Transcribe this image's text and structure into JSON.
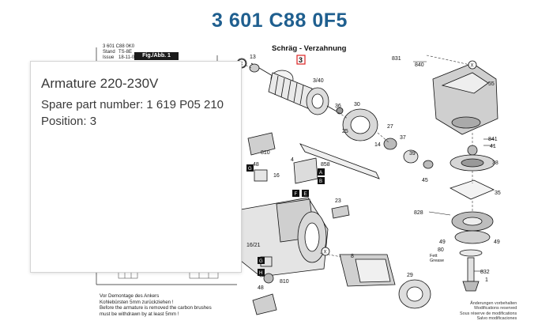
{
  "doc_title": "3 601 C88 0F5",
  "accent_color": "#1f5f8f",
  "header": {
    "code": "3 601 C88 0K0",
    "stand_label": "Stand",
    "stand_value": "TS-8E",
    "issue_label": "Issue",
    "issue_value": "18-11-05",
    "fig_tab": "Fig./Abb. 1"
  },
  "section_label": "Schräg - Verzahnung",
  "tooltip": {
    "name": "Armature 220-230V",
    "spare_prefix": "Spare part number:",
    "spare_number": "1 619 P05 210",
    "position_prefix": "Position:",
    "position_value": "3"
  },
  "parts": {
    "p3": "3",
    "p3_40": "3/40",
    "p13": "13",
    "p29": "29",
    "p36": "36",
    "p30": "30",
    "p25": "25",
    "p27": "27",
    "p14": "14",
    "p37": "37",
    "p39": "39",
    "p45": "45",
    "p831": "831",
    "p840": "840",
    "p55": "55",
    "p841": "841",
    "p41": "41",
    "p38": "38",
    "p35": "35",
    "p828": "828",
    "p49": "49",
    "p80": "80",
    "p832": "832",
    "p1": "1",
    "p810": "810",
    "p48": "48",
    "p858": "858",
    "p4": "4",
    "p16": "16",
    "p23": "23",
    "p1621": "16/21",
    "p8": "8"
  },
  "fett_label": "Fett",
  "grease_label": "Grease",
  "markers": {
    "X": "X",
    "F": "F",
    "G": "G",
    "A": "A",
    "B": "B",
    "H": "H",
    "E": "E"
  },
  "notes_left": {
    "l1": "Vor Demontage des Ankers",
    "l2": "Kohlebürsten 5mm zurückziehen !",
    "l3": "Before the armature is removed the carbon brushes",
    "l4": "must be withdrawn by at least 5mm !"
  },
  "notes_right": {
    "l1": "Änderungen vorbehalten",
    "l2": "Modifications reserved",
    "l3": "Sous réserve de modifications",
    "l4": "Salvo modificaciones"
  }
}
